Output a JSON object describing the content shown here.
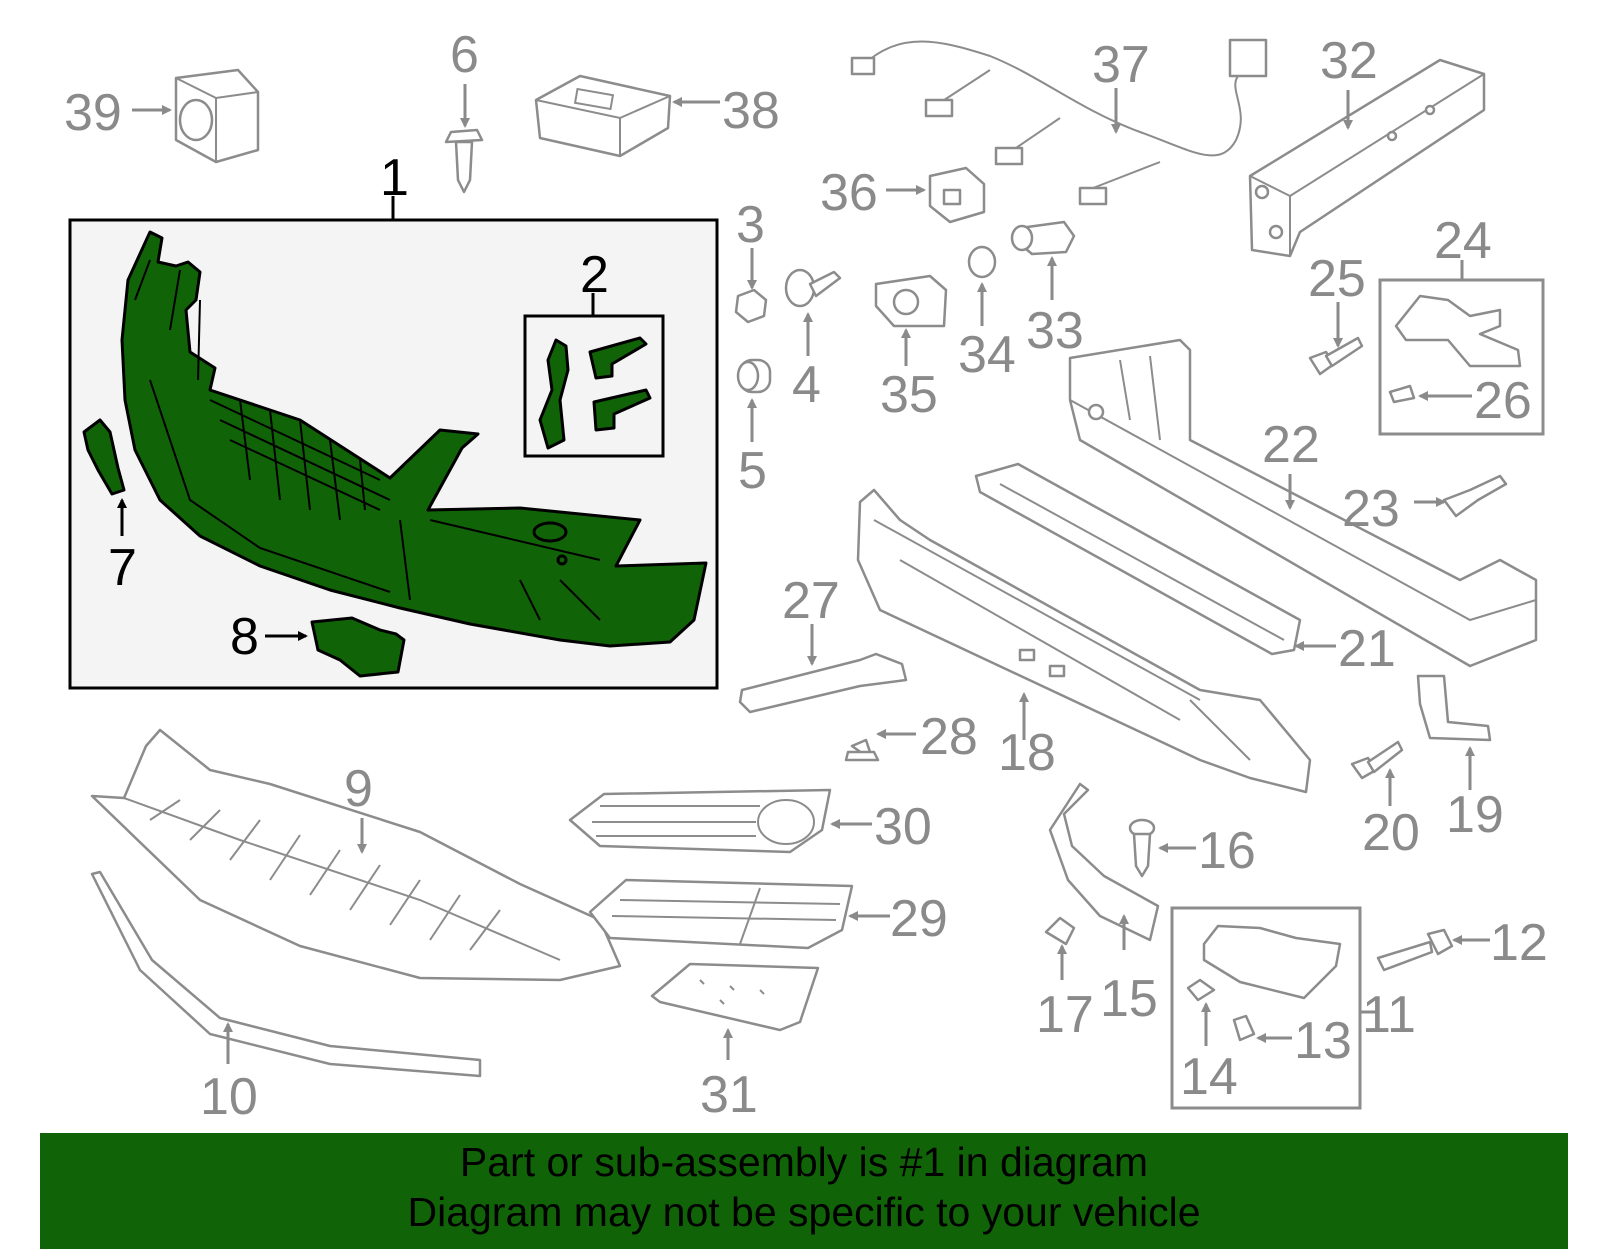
{
  "callouts": {
    "n1": "1",
    "n2": "2",
    "n3": "3",
    "n4": "4",
    "n5": "5",
    "n6": "6",
    "n7": "7",
    "n8": "8",
    "n9": "9",
    "n10": "10",
    "n11": "11",
    "n12": "12",
    "n13": "13",
    "n14": "14",
    "n15": "15",
    "n16": "16",
    "n17": "17",
    "n18": "18",
    "n19": "19",
    "n20": "20",
    "n21": "21",
    "n22": "22",
    "n23": "23",
    "n24": "24",
    "n25": "25",
    "n26": "26",
    "n27": "27",
    "n28": "28",
    "n29": "29",
    "n30": "30",
    "n31": "31",
    "n32": "32",
    "n33": "33",
    "n34": "34",
    "n35": "35",
    "n36": "36",
    "n37": "37",
    "n38": "38",
    "n39": "39"
  },
  "banner": {
    "line1": "Part or sub-assembly is #1 in diagram",
    "line2": "Diagram may not be specific to your vehicle"
  },
  "colors": {
    "highlight": "#116308",
    "callout_gray": "#8a8a8a",
    "outline_gray": "#8c8c8c"
  }
}
